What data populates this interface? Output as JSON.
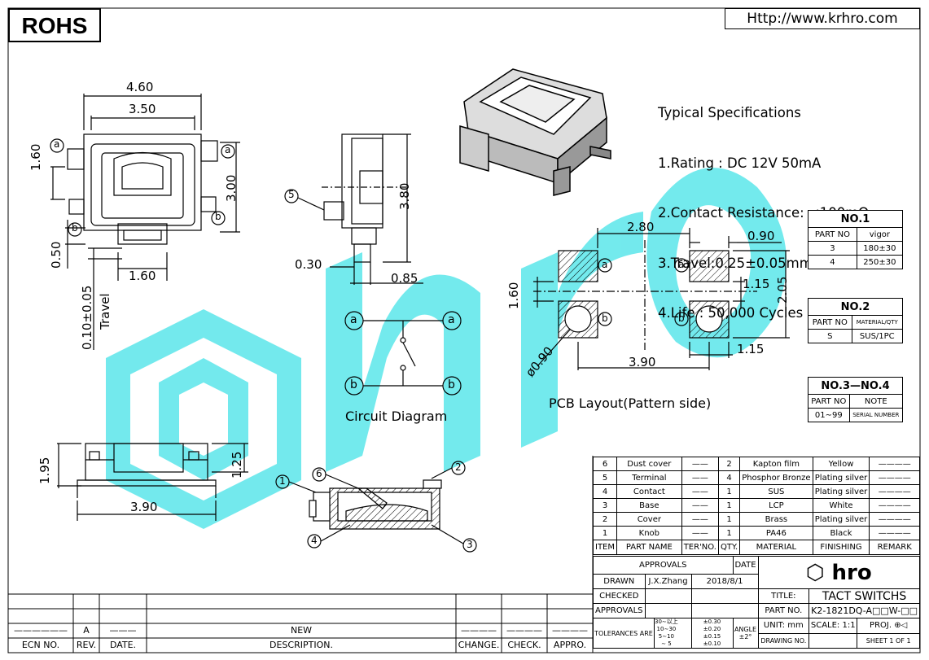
{
  "header": {
    "rohs": "ROHS",
    "url": "Http://www.krhro.com"
  },
  "specs": {
    "title": "Typical Specifications",
    "lines": [
      "1.Rating : DC 12V 50mA",
      "2.Contact Resistance: ≤100mΩ",
      "3.Travel:0.25±0.05mm",
      "4.Life : 50,000 Cycles"
    ]
  },
  "top_view": {
    "d_460": "4.60",
    "d_350": "3.50",
    "d_160": "1.60",
    "d_300": "3.00",
    "d_050": "0.50",
    "d_160b": "1.60",
    "travel": "0.10±0.05",
    "travel_label": "Travel",
    "a": "a",
    "b": "b"
  },
  "side_view": {
    "d_380": "3.80",
    "d_030": "0.30",
    "d_085": "0.85",
    "n5": "5"
  },
  "circuit": {
    "caption": "Circuit Diagram",
    "a": "a",
    "b": "b"
  },
  "pcb": {
    "caption": "PCB Layout(Pattern side)",
    "d_280": "2.80",
    "d_090": "0.90",
    "d_115": "1.15",
    "d_205": "2.05",
    "d_160": "1.60",
    "d_390": "3.90",
    "d_115b": "1.15",
    "d_phi": "ø0.90",
    "a": "a",
    "b": "b"
  },
  "front_view": {
    "d_195": "1.95",
    "d_125": "1.25",
    "d_390": "3.90"
  },
  "section": {
    "n1": "1",
    "n2": "2",
    "n3": "3",
    "n4": "4",
    "n6": "6"
  },
  "no1": {
    "title": "NO.1",
    "headers": [
      "PART NO",
      "vigor"
    ],
    "rows": [
      [
        "3",
        "180±30"
      ],
      [
        "4",
        "250±30"
      ]
    ]
  },
  "no2": {
    "title": "NO.2",
    "headers": [
      "PART NO",
      "MATERIAL/QTY"
    ],
    "rows": [
      [
        "S",
        "SUS/1PC"
      ]
    ]
  },
  "no34": {
    "title": "NO.3—NO.4",
    "headers": [
      "PART NO",
      "NOTE"
    ],
    "rows": [
      [
        "01∼99",
        "SERIAL NUMBER"
      ]
    ]
  },
  "bom": {
    "rows": [
      {
        "item": "6",
        "name": "Dust cover",
        "ter": "——",
        "qty": "2",
        "material": "Kapton film",
        "finishing": "Yellow",
        "remark": "————"
      },
      {
        "item": "5",
        "name": "Terminal",
        "ter": "——",
        "qty": "4",
        "material": "Phosphor Bronze",
        "finishing": "Plating silver",
        "remark": "————"
      },
      {
        "item": "4",
        "name": "Contact",
        "ter": "——",
        "qty": "1",
        "material": "SUS",
        "finishing": "Plating silver",
        "remark": "————"
      },
      {
        "item": "3",
        "name": "Base",
        "ter": "——",
        "qty": "1",
        "material": "LCP",
        "finishing": "White",
        "remark": "————"
      },
      {
        "item": "2",
        "name": "Cover",
        "ter": "——",
        "qty": "1",
        "material": "Brass",
        "finishing": "Plating silver",
        "remark": "————"
      },
      {
        "item": "1",
        "name": "Knob",
        "ter": "——",
        "qty": "1",
        "material": "PA46",
        "finishing": "Black",
        "remark": "————"
      }
    ],
    "headers": {
      "item": "ITEM",
      "name": "PART NAME",
      "ter": "TER'NO.",
      "qty": "QTY.",
      "material": "MATERIAL",
      "finishing": "FINISHING",
      "remark": "REMARK"
    }
  },
  "title_block": {
    "approvals": "APPROVALS",
    "date": "DATE",
    "drawn": "DRAWN",
    "drawn_by": "J.X.Zhang",
    "drawn_date": "2018/8/1",
    "checked": "CHECKED",
    "approvals2": "APPROVALS",
    "title_label": "TITLE:",
    "title_value": "TACT SWITCHS",
    "partno_label": "PART NO.",
    "partno_value": "K2-1821DQ-A□□W-□□",
    "tolerances": "TOLERANCES ARE",
    "tol_ranges": [
      "30∼以上",
      "10∼30",
      "5∼10",
      "∼ 5"
    ],
    "tol_values": [
      "±0.30",
      "±0.20",
      "±0.15",
      "±0.10"
    ],
    "angle": "ANGLE",
    "angle_value": "±2°",
    "unit": "UNIT: mm",
    "scale": "SCALE:",
    "scale_value": "1:1",
    "proj": "PROJ.",
    "drawing_no": "DRAWING NO.",
    "sheet": "SHEET",
    "sheet_value": "1 OF 1",
    "logo": "hro"
  },
  "revision": {
    "row": {
      "rev": "A",
      "date": "———",
      "desc": "NEW",
      "ecn": "——————",
      "change": "————",
      "check": "————",
      "appro": "————"
    },
    "headers": {
      "ecn": "ECN NO.",
      "rev": "REV.",
      "date": "DATE.",
      "desc": "DESCRIPTION.",
      "change": "CHANGE.",
      "check": "CHECK.",
      "appro": "APPRO."
    }
  },
  "colors": {
    "watermark": "#5be6ea",
    "line": "#000000"
  }
}
